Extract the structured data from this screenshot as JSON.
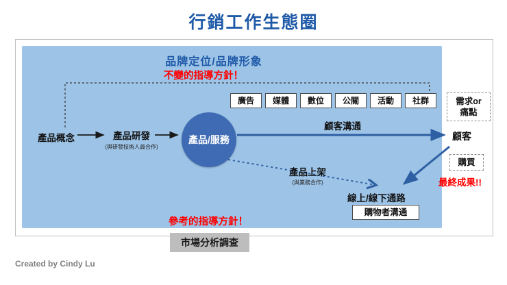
{
  "title": "行銷工作生態圈",
  "panel": {
    "brand_heading": "品牌定位/品牌形象",
    "fixed_guideline": "不變的指導方針！",
    "reference_guideline": "參考的指導方針！",
    "channels": [
      "廣告",
      "媒體",
      "數位",
      "公關",
      "活動",
      "社群"
    ],
    "flow": {
      "concept": "產品概念",
      "rnd": "產品研發",
      "rnd_note": "(與研發技術人員合作)",
      "product_service": "產品/服務",
      "customer_comm": "顧客溝通",
      "listing": "產品上架",
      "listing_note": "(與業務合作)",
      "channels_line": "線上/線下通路",
      "shopper_comm": "購物者溝通"
    }
  },
  "right_rail": {
    "need_line1": "需求or",
    "need_line2": "痛點",
    "customer": "顧客",
    "purchase": "購買",
    "final_result": "最終成果!!"
  },
  "footer": {
    "market_research": "市場分析調查",
    "credit": "Created by Cindy Lu"
  },
  "colors": {
    "title_blue": "#1F5AA8",
    "panel_blue": "#9DC3E6",
    "node_blue": "#3E6BB4",
    "arrow_blue": "#2E5FA3",
    "alert_red": "#FF0000",
    "gray_box": "#BDBDBD"
  }
}
